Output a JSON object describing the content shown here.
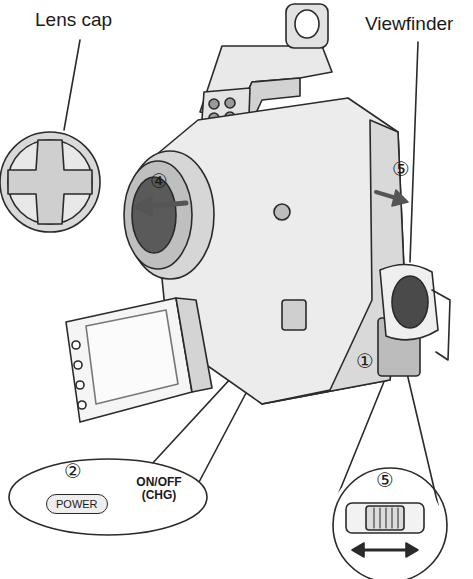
{
  "diagram": {
    "nodes": [
      {
        "text": [
          "②",
          "ON/OFF (CHG)"
        ]
      },
      {
        "text": [
          "POWER"
        ],
        "in": 0
      },
      {
        "text": [
          "⑤"
        ]
      }
    ],
    "labels": [
      "Lens cap",
      "④",
      "Viewfinder",
      "⑤",
      "①"
    ]
  }
}
